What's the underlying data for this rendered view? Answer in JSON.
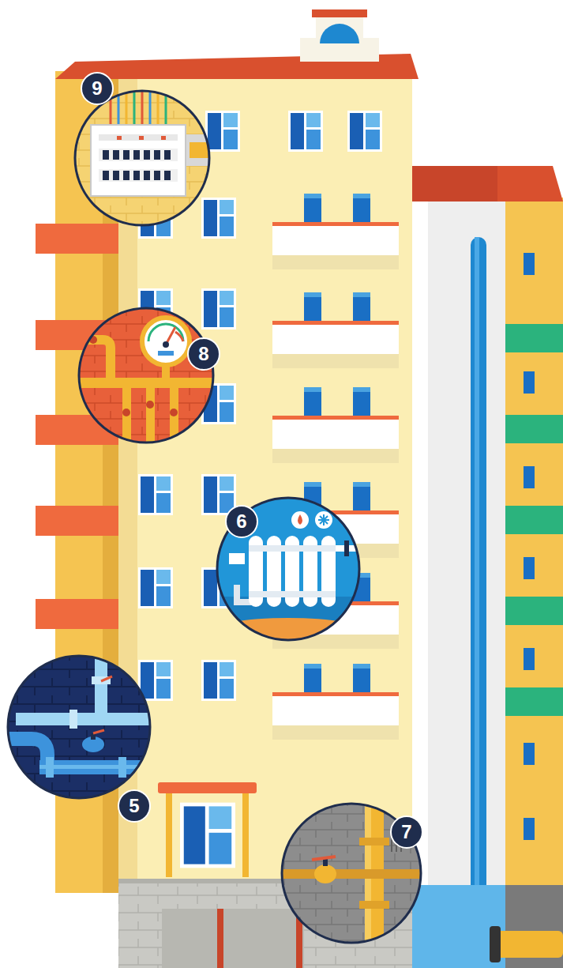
{
  "diagram": {
    "labels": [
      "9",
      "8",
      "6",
      "5",
      "7"
    ]
  }
}
